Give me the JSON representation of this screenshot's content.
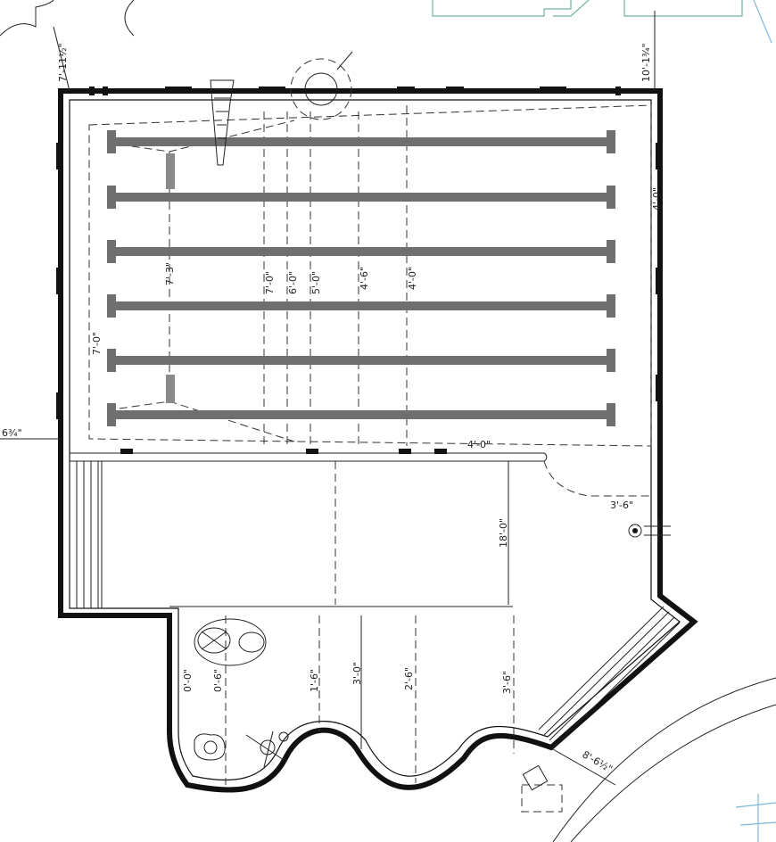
{
  "plan": {
    "dimensions": {
      "top_left": "7'-11½\"",
      "top_right": "10'-1¾\"",
      "left_mid": "6¾\"",
      "bottom_right": "8'-6½\"",
      "right_upper": "4'-0\"",
      "shelf_width": "4'-0\"",
      "step_offset": "3'-6\"",
      "shallow_length": "18'-0\"",
      "depth_end": "7'-0\"",
      "depth_a": "7'-3\"",
      "depth_b": "7'-0\"",
      "depth_c": "6'-0\"",
      "depth_d": "5'-0\"",
      "depth_e": "4'-6\"",
      "depth_f": "4'-0\"",
      "spa_a": "0'-0\"",
      "spa_b": "0'-6\"",
      "spa_c": "1'-6\"",
      "spa_d": "3'-0\"",
      "spa_e": "2'-6\"",
      "spa_f": "3'-6\""
    },
    "lane_count": 6,
    "colors": {
      "lane": "#6f6f6f",
      "wall": "#111111",
      "landscape_green": "#6fb3a5",
      "landscape_blue": "#7fb6d8"
    }
  }
}
